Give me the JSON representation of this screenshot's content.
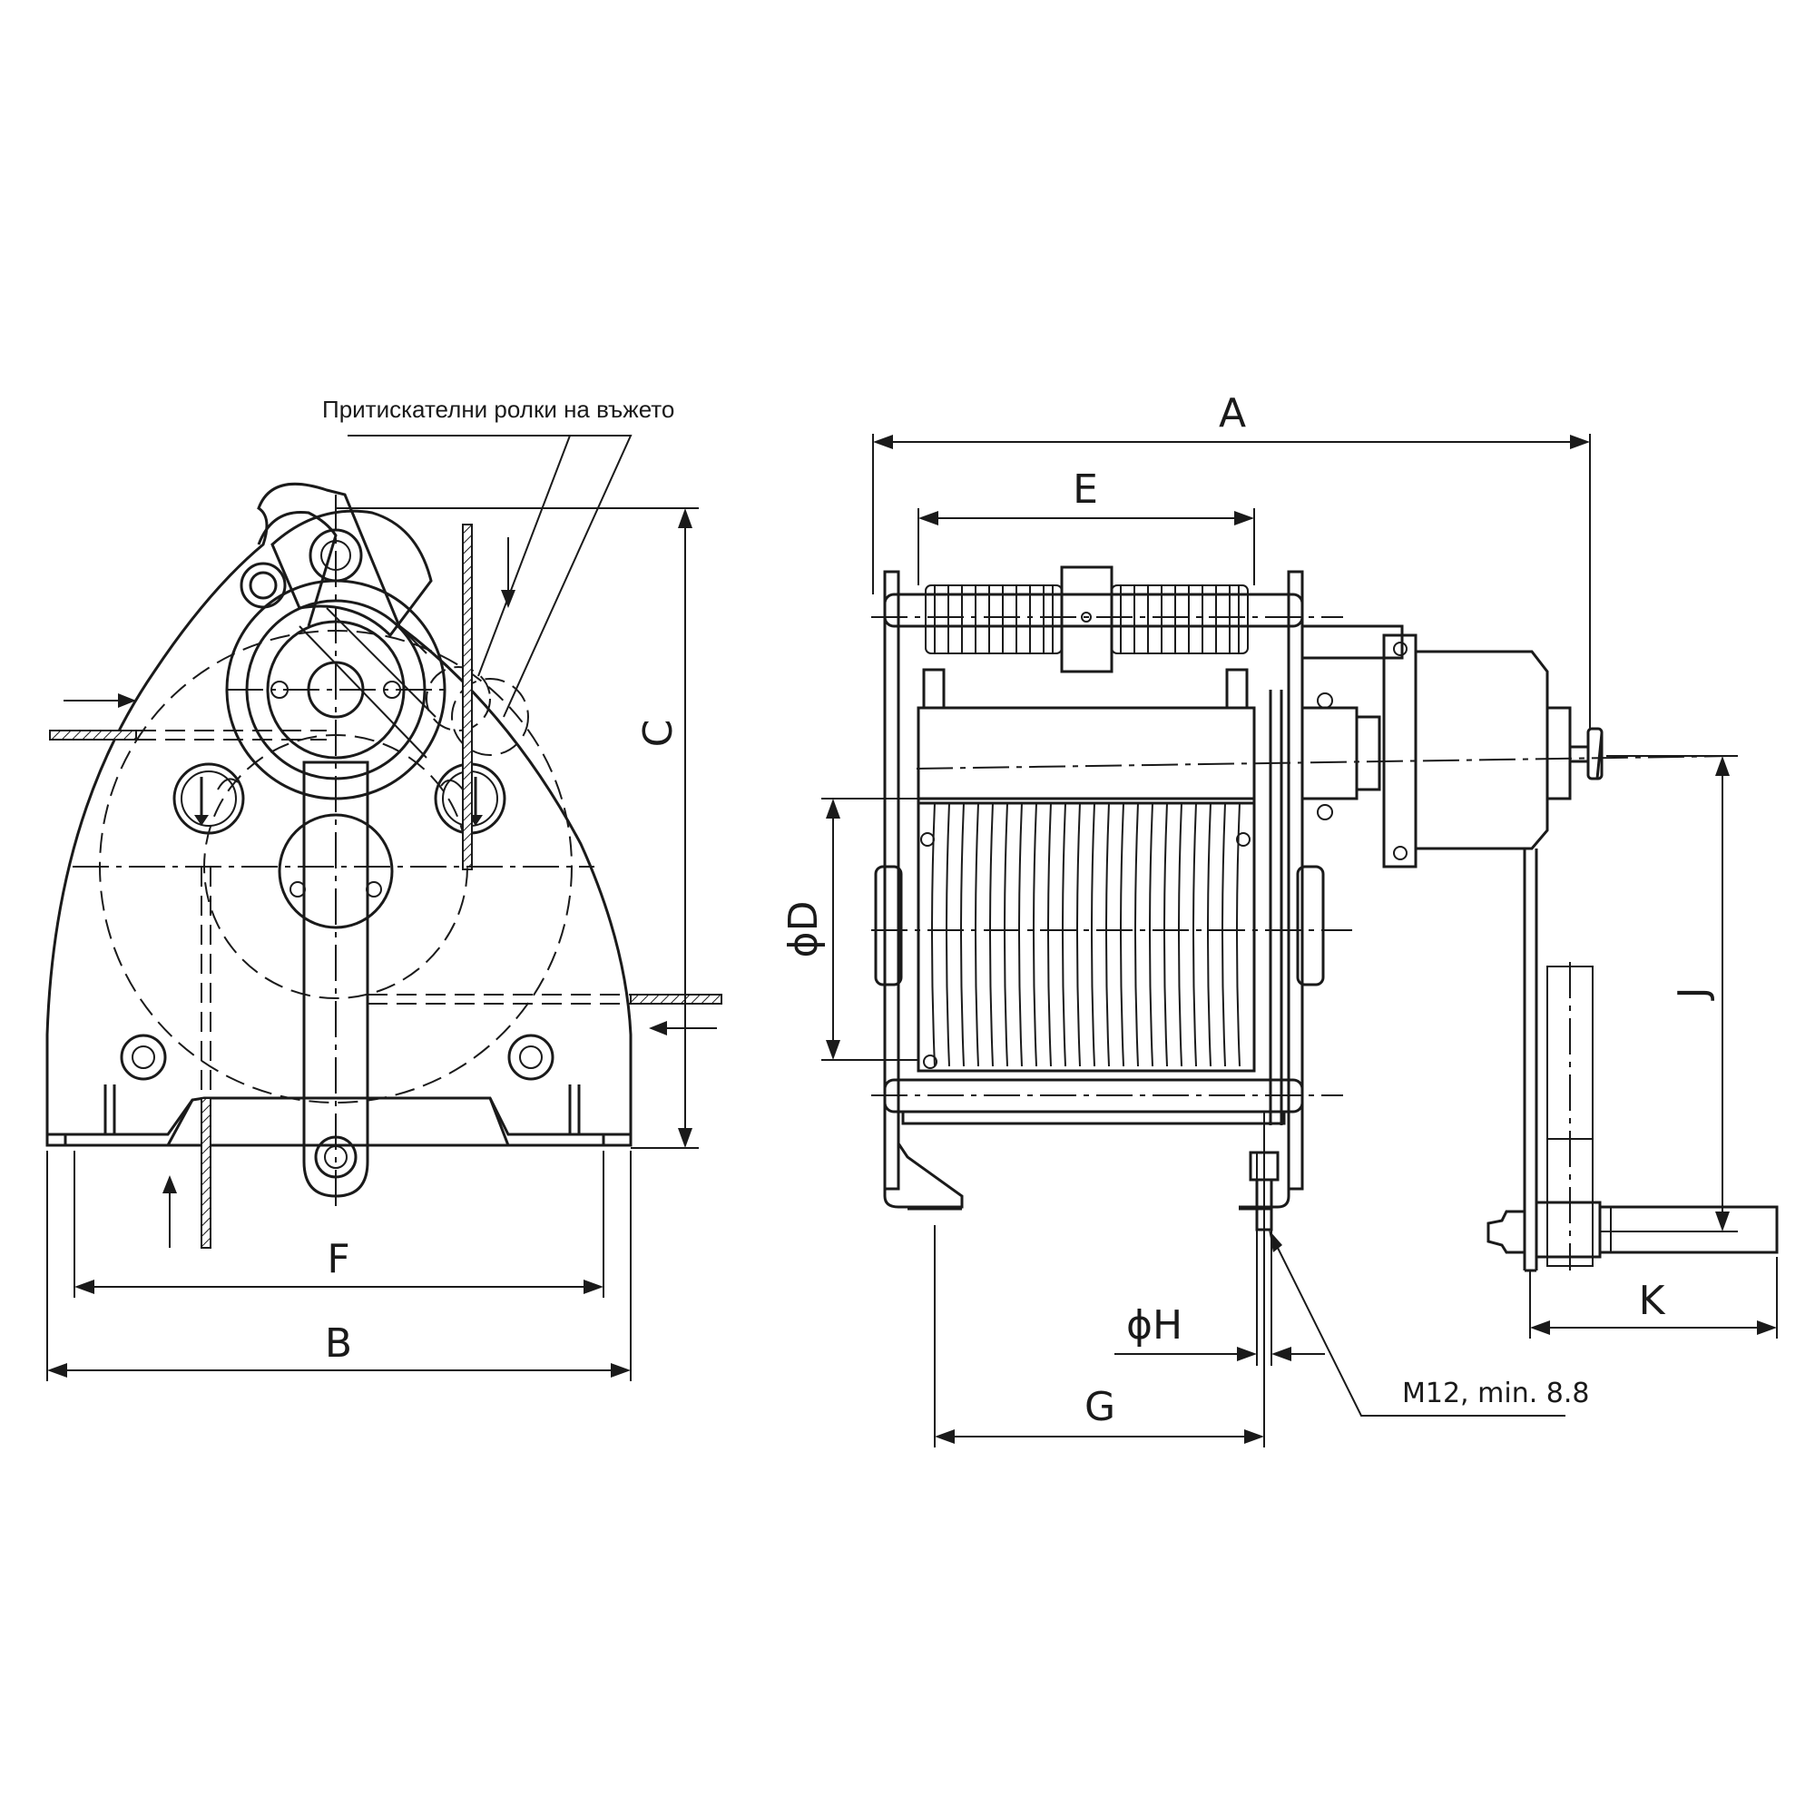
{
  "callout": {
    "text": "Притискателни ролки на въжето"
  },
  "dimensions": {
    "A": "A",
    "B": "B",
    "C": "C",
    "D": "ϕD",
    "E": "E",
    "F": "F",
    "G": "G",
    "H": "ϕH",
    "J": "J",
    "K": "K"
  },
  "bolt_spec": "M12, min. 8.8",
  "colors": {
    "line": "#1a1a1a",
    "background": "#ffffff"
  }
}
